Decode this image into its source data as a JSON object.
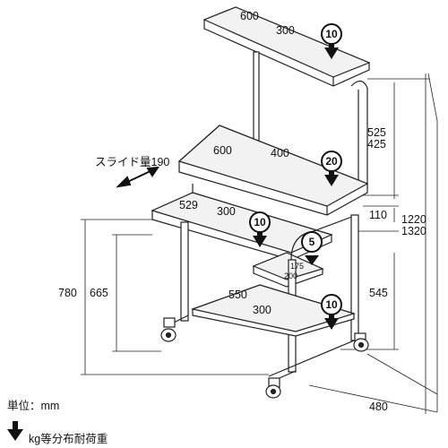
{
  "legend": {
    "unit": "単位：mm",
    "load_note": "kg等分布耐荷重"
  },
  "dimensions": {
    "top_width": "600",
    "top_depth": "300",
    "middle_width": "600",
    "middle_depth": "400",
    "slide_label": "スライド量190",
    "keyboard_width": "529",
    "keyboard_depth": "300",
    "mouse_width": "175",
    "mouse_depth": "200",
    "bottom_width": "550",
    "bottom_depth": "300",
    "upper_gap_a": "525",
    "upper_gap_b": "425",
    "gap_small": "110",
    "total_height_a": "1220",
    "total_height_b": "1320",
    "keyboard_height": "665",
    "middle_height": "780",
    "bottom_gap": "545",
    "overall_depth": "480"
  },
  "loads": {
    "top": "10",
    "middle": "20",
    "keyboard": "10",
    "mouse": "5",
    "bottom": "10"
  }
}
